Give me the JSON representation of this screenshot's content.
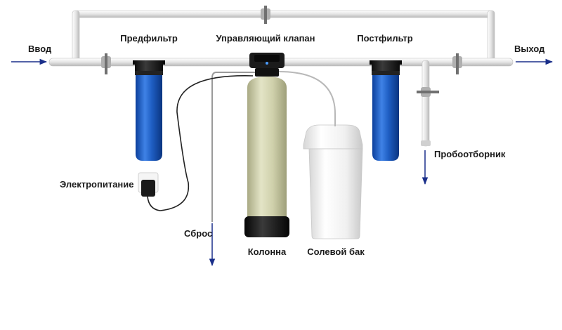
{
  "labels": {
    "inlet": "Ввод",
    "outlet": "Выход",
    "prefilter": "Предфильтр",
    "control_valve": "Управляющий клапан",
    "postfilter": "Постфильтр",
    "sampler": "Пробоотборник",
    "power": "Электропитание",
    "drain": "Сброс",
    "column": "Колонна",
    "brine_tank": "Солевой бак"
  },
  "colors": {
    "pipe": "#e6e6e6",
    "filter_blue": "#1f5fc4",
    "filter_cap": "#141414",
    "column": "#d8d9b8",
    "brine_tank": "#f3f3f3",
    "flow_arrow": "#1a2f8a"
  }
}
